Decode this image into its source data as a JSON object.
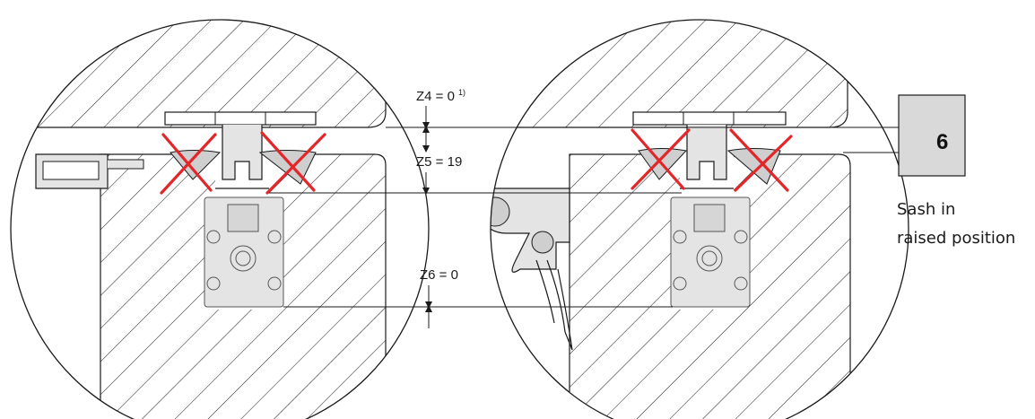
{
  "dimensions": {
    "z4": "Z4 = 0",
    "z4_note": "1)",
    "z5": "Z5 = 19",
    "z6": "Z6 = 0"
  },
  "badge": {
    "value": "6"
  },
  "caption": {
    "line1": "Sash in",
    "line2": "raised position"
  },
  "colors": {
    "cross": "#e2262a",
    "box_fill": "#d9d9d9",
    "part_fill": "#e4e4e4",
    "line": "#1a1a1a"
  }
}
